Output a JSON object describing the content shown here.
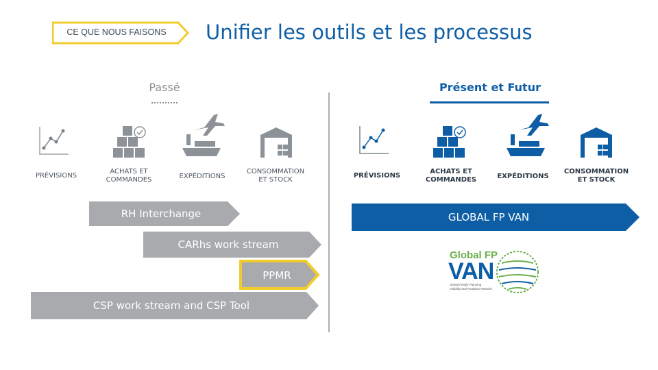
{
  "header": {
    "tag_label": "CE QUE NOUS FAISONS",
    "title": "Unifier les outils et les processus"
  },
  "past": {
    "heading": "Passé",
    "items": [
      {
        "label_line1": "PRÉVISIONS",
        "label_line2": "",
        "icon": "line-chart-icon"
      },
      {
        "label_line1": "ACHATS ET",
        "label_line2": "COMMANDES",
        "icon": "boxes-check-icon"
      },
      {
        "label_line1": "EXPÉDITIONS",
        "label_line2": "",
        "icon": "plane-ship-icon"
      },
      {
        "label_line1": "CONSOMMATION",
        "label_line2": "ET STOCK",
        "icon": "warehouse-icon"
      }
    ],
    "bars": [
      {
        "label": "RH Interchange"
      },
      {
        "label": "CARhs work stream"
      },
      {
        "label": "PPMR"
      },
      {
        "label": "CSP work stream and CSP Tool"
      }
    ]
  },
  "present": {
    "heading": "Présent et Futur",
    "items": [
      {
        "label_line1": "PRÉVISIONS",
        "label_line2": "",
        "icon": "line-chart-icon"
      },
      {
        "label_line1": "ACHATS ET",
        "label_line2": "COMMANDES",
        "icon": "boxes-check-icon"
      },
      {
        "label_line1": "EXPÉDITIONS",
        "label_line2": "",
        "icon": "plane-ship-icon"
      },
      {
        "label_line1": "CONSOMMATION",
        "label_line2": "ET STOCK",
        "icon": "warehouse-icon"
      }
    ],
    "bar": {
      "label": "GLOBAL FP VAN"
    }
  },
  "logo": {
    "line1": "Global FP",
    "line2": "VAN",
    "tagline1": "Global Family Planning",
    "tagline2": "Visibility and Analytics Network"
  },
  "colors": {
    "brand_blue": "#0e5ea6",
    "accent_yellow": "#f2cc2a",
    "grey_bar": "#a8aaad",
    "logo_green": "#6ab04c"
  }
}
